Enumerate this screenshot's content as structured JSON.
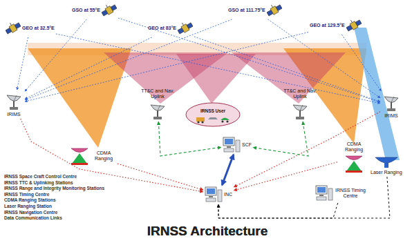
{
  "diagram": {
    "title": "IRNSS Architecture",
    "nodes": [
      {
        "text": [
          "GEO at 32.5°E"
        ]
      },
      {
        "text": [
          "GSO at 55°E"
        ]
      },
      {
        "text": [
          "GEO at 83°E"
        ]
      },
      {
        "text": [
          "GSO at 111.75°E"
        ]
      },
      {
        "text": [
          "GEO at 129.5°E"
        ]
      },
      {
        "text": [
          "IRIMS"
        ]
      },
      {
        "text": [
          "CDMA Ranging"
        ]
      },
      {
        "text": [
          "TT&C and Nav. Uplink"
        ]
      },
      {
        "text": [
          "IRNSS User"
        ]
      },
      {
        "text": [
          "TT&C and Nav. Uplink"
        ]
      },
      {
        "text": [
          "CDMA Ranging"
        ]
      },
      {
        "text": [
          "IRIMS"
        ]
      },
      {
        "text": [
          "SCF"
        ]
      },
      {
        "text": [
          "INC"
        ]
      },
      {
        "text": [
          "IRNSS Timing Centre"
        ]
      },
      {
        "text": [
          "Laser Ranging"
        ]
      }
    ],
    "edges": [
      {
        "from": 0,
        "to": 5,
        "arrow": "to"
      },
      {
        "from": 1,
        "to": 5,
        "arrow": "to"
      },
      {
        "from": 2,
        "to": 5,
        "arrow": "to"
      },
      {
        "from": 3,
        "to": 5,
        "arrow": "to"
      },
      {
        "from": 4,
        "to": 5,
        "arrow": "to"
      },
      {
        "from": 0,
        "to": 11,
        "arrow": "to"
      },
      {
        "from": 1,
        "to": 11,
        "arrow": "to"
      },
      {
        "from": 2,
        "to": 11,
        "arrow": "to"
      },
      {
        "from": 3,
        "to": 11,
        "arrow": "to"
      },
      {
        "from": 4,
        "to": 11,
        "arrow": "to"
      },
      {
        "from": 5,
        "to": 13,
        "arrow": "to"
      },
      {
        "from": 6,
        "to": 13,
        "arrow": "to"
      },
      {
        "from": 10,
        "to": 13,
        "arrow": "to"
      },
      {
        "from": 11,
        "to": 13,
        "arrow": "to"
      },
      {
        "from": 7,
        "to": 12,
        "arrow": "both"
      },
      {
        "from": 9,
        "to": 12,
        "arrow": "both"
      },
      {
        "from": 12,
        "to": 13,
        "arrow": "both"
      },
      {
        "from": 14,
        "to": 13,
        "arrow": "to"
      },
      {
        "from": 15,
        "to": 13,
        "arrow": "to"
      }
    ],
    "labels": [
      "IRNSS Space Craft Control Centre",
      "IRNSS TTC & Uplinking Stations",
      "IRNSS Range and Integrity Monitoring Stations",
      "IRNSS Timing Centre",
      "CDMA Ranging Stations",
      "Laser Ranging Station",
      "IRNSS Navigation Centre",
      "Data Communication Links",
      "IRNSS Architecture"
    ]
  }
}
